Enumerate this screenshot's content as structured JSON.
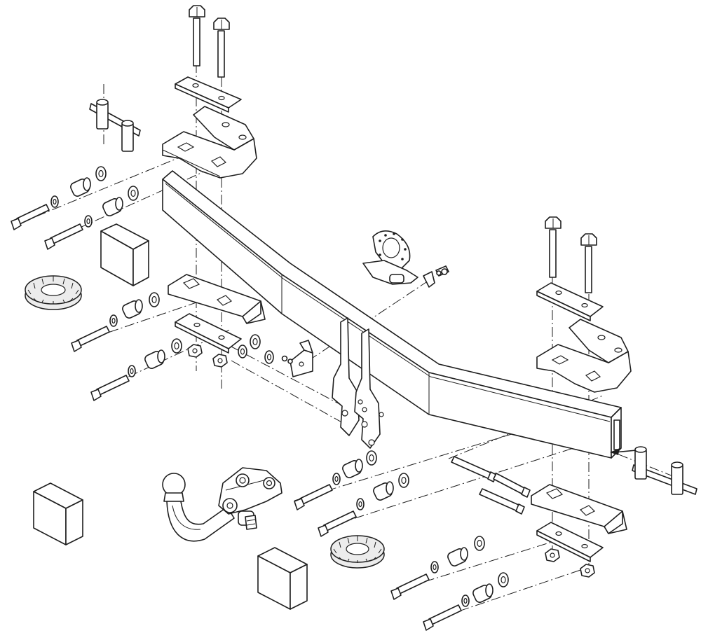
{
  "diagram": {
    "kind": "exploded-assembly",
    "subject": "towbar",
    "stroke_color": "#1e1e1e",
    "background_color": "#ffffff",
    "parts": [
      "crossbar",
      "left-upper-bracket",
      "left-lower-bracket",
      "right-upper-bracket",
      "right-lower-bracket",
      "left-backing-plate",
      "right-backing-plate",
      "tow-ball-neck",
      "electrics-socket-bracket",
      "spring-washer-left",
      "spring-washer-right",
      "packing-block-1",
      "packing-block-2",
      "packing-block-3",
      "spacer-tube-left",
      "spacer-tube-right",
      "bolts",
      "washers",
      "nuts"
    ]
  }
}
